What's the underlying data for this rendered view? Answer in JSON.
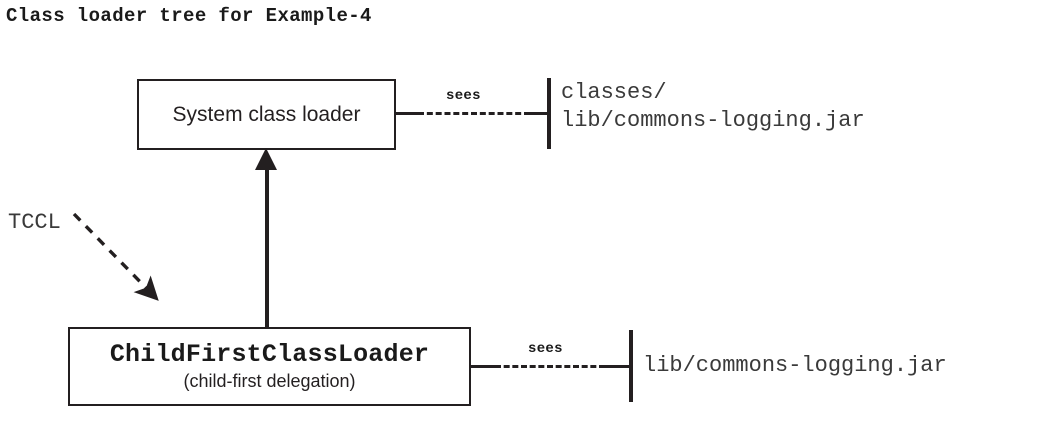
{
  "diagram": {
    "title": "Class loader tree for Example-4",
    "nodes": {
      "system": {
        "label": "System class loader"
      },
      "child": {
        "label": "ChildFirstClassLoader",
        "sublabel": "(child-first delegation)"
      }
    },
    "edges": {
      "delegation_arrow": "solid-up-arrow",
      "tccl": {
        "label": "TCCL",
        "style": "dashed-arrow"
      },
      "sees_top": {
        "label": "sees"
      },
      "sees_bottom": {
        "label": "sees"
      }
    },
    "resources": {
      "system_classpath": "classes/\nlib/commons-logging.jar",
      "child_classpath": "lib/commons-logging.jar"
    },
    "colors": {
      "ink": "#231f20",
      "text": "#3a3a3a",
      "background": "#ffffff"
    }
  }
}
